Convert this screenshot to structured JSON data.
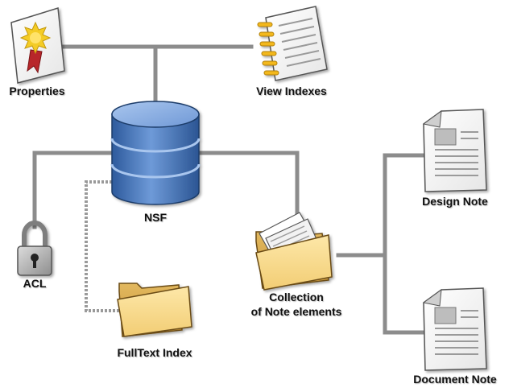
{
  "nodes": {
    "properties": {
      "label": "Properties",
      "icon": "certificate-icon"
    },
    "view_indexes": {
      "label": "View Indexes",
      "icon": "notebook-icon"
    },
    "nsf": {
      "label": "NSF",
      "icon": "database-icon"
    },
    "acl": {
      "label": "ACL",
      "icon": "padlock-icon"
    },
    "fulltext_index": {
      "label": "FullText Index",
      "icon": "folder-icon"
    },
    "collection": {
      "label_line1": "Collection",
      "label_line2": "of Note elements",
      "icon": "folder-with-papers-icon"
    },
    "design_note": {
      "label": "Design Note",
      "icon": "document-icon"
    },
    "document_note": {
      "label": "Document Note",
      "icon": "document-icon"
    }
  },
  "colors": {
    "connector": "#8c8c8c",
    "dashed_connector": "#9a9a9a",
    "db_blue": "#3f73b9",
    "db_light": "#8fb3e4",
    "folder": "#f7d98c",
    "seal_gold": "#f4cc25",
    "ribbon_red": "#b8252c"
  }
}
